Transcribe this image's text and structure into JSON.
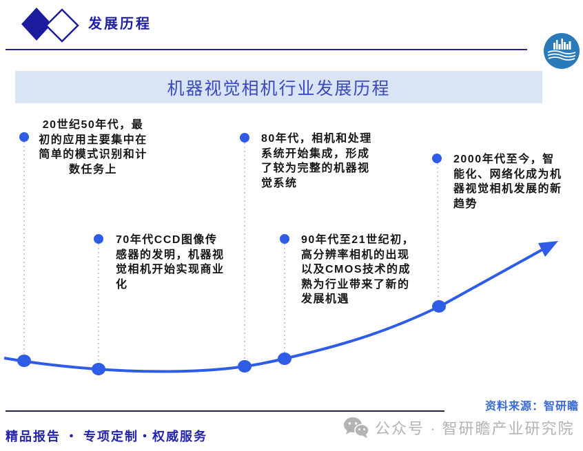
{
  "header": {
    "section_title": "发展历程"
  },
  "banner": {
    "title": "机器视觉相机行业发展历程"
  },
  "timeline": {
    "milestones": [
      {
        "text": "20世纪50年代，最初的应用主要集中在简单的模式识别和计数任务上"
      },
      {
        "text": "70年代CCD图像传感器的发明，机器视觉相机开始实现商业化"
      },
      {
        "text": "80年代，相机和处理系统开始集成，形成了较为完整的机器视觉系统"
      },
      {
        "text": "90年代至21世纪初，高分辨率相机的出现以及CMOS技术的成熟为行业带来了新的发展机遇"
      },
      {
        "text": "2000年代至今，智能化、网络化成为机器视觉相机发展的新趋势"
      }
    ]
  },
  "source": {
    "label": "资料来源：智研瞻"
  },
  "footer": {
    "tagline": "精品报告 ・ 专项定制・权威服务"
  },
  "watermark": {
    "text": "公众号 · 智研瞻产业研究院"
  },
  "colors": {
    "accent_blue": "#2e5ce6",
    "navy": "#23238f",
    "banner_bg": "#d9e5f4",
    "banner_text": "#3a49bd",
    "source_blue": "#3a6ad6",
    "watermark_gray": "#b3b3b3",
    "corp_logo_blue": "#2a79b8"
  }
}
